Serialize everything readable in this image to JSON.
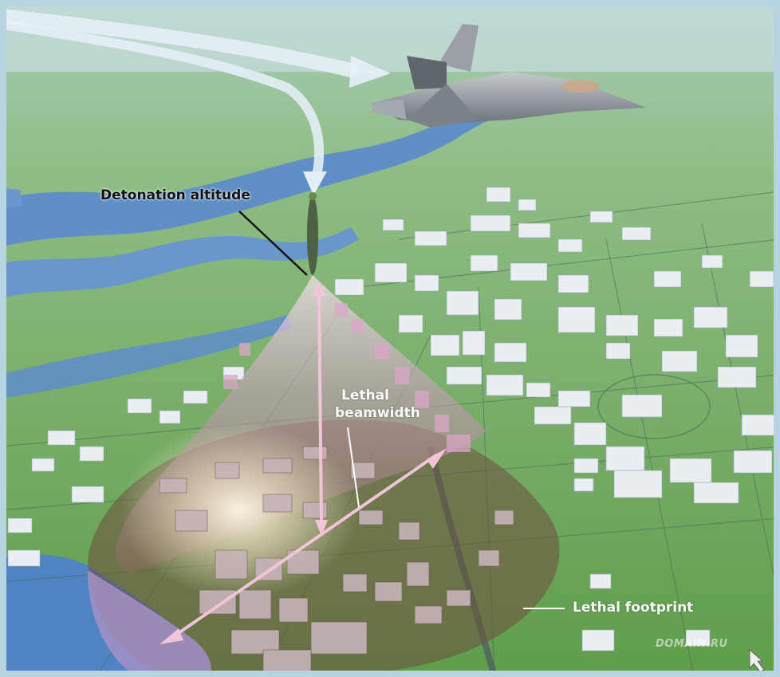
{
  "labels": {
    "detonation_altitude": "Detonation altitude",
    "lethal_beamwidth_line1": "Lethal",
    "lethal_beamwidth_line2": "beamwidth",
    "lethal_footprint": "Lethal footprint"
  },
  "watermark": "DOMAIN.RU",
  "colors": {
    "sky": "#a8c9d8",
    "ground": "#6fa85a",
    "water": "#5d8fc4",
    "beam": "#c9a7c7",
    "footprint": "#7a5a48",
    "arrow": "#f3c6dc",
    "trajectory": "#dbe9f4",
    "aircraft": "#8e959b"
  }
}
